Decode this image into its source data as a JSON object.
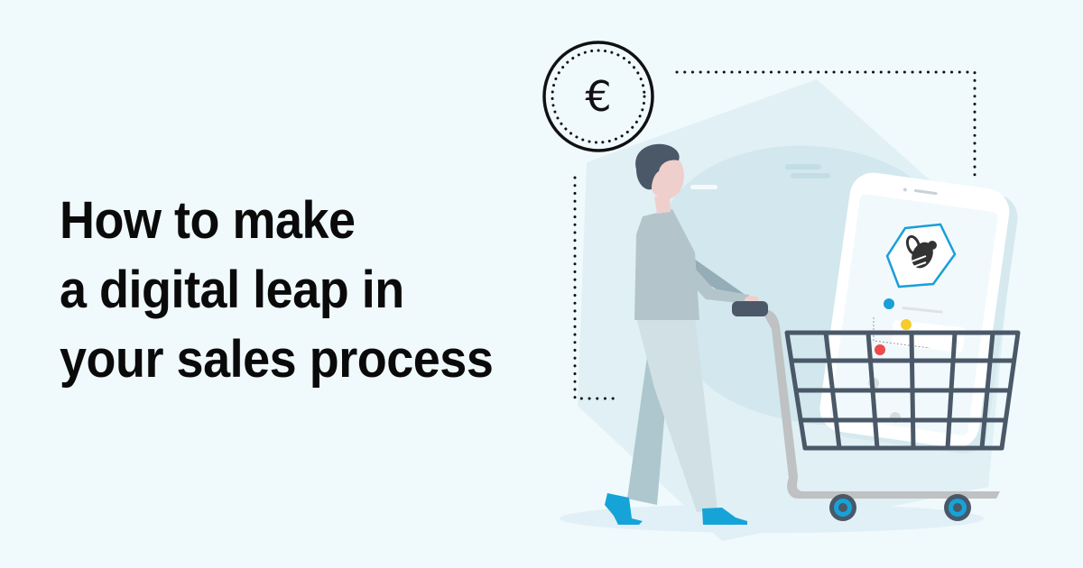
{
  "headline": {
    "lines": [
      "How to make",
      "a digital leap in",
      "your sales process"
    ]
  },
  "illustration": {
    "coin": {
      "icon": "euro-coin-icon",
      "symbol": "€"
    },
    "phone": {
      "logo": "bee-hexagon-logo-icon",
      "list_dot_colors": [
        "#1a9fd8",
        "#f5cc2b",
        "#ee4a4a",
        "#d8dcde",
        "#d8dcde"
      ]
    },
    "person": "shopper-pushing-cart",
    "cart": "shopping-cart-icon"
  },
  "colors": {
    "background": "#f0f9fc",
    "text": "#0a0a0a",
    "accent_blue": "#1a9fd8",
    "cart_dark": "#4a5868",
    "cart_frame": "#bfc1c3",
    "shape_light": "#e0f0f5",
    "shape_mid": "#d2e7ee"
  }
}
